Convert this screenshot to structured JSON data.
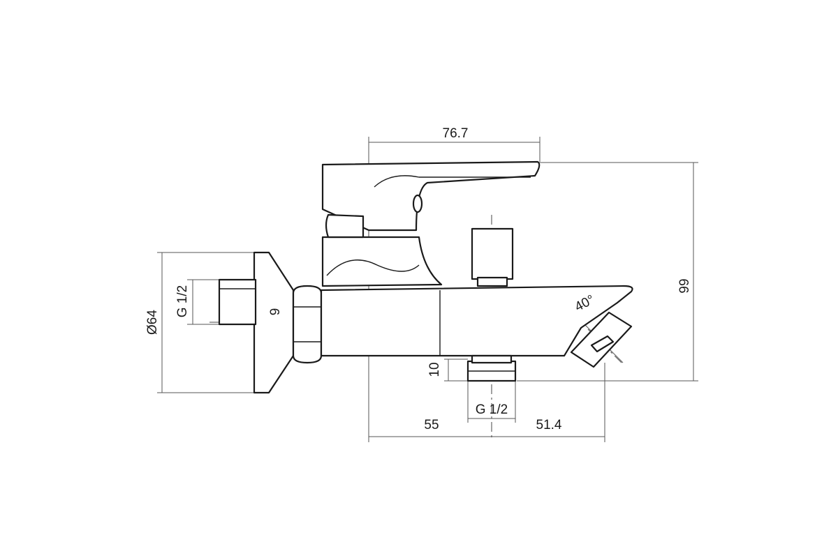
{
  "dimensions": {
    "handle_width": "76.7",
    "total_height": "99",
    "escutcheon_diameter": "Ø64",
    "inlet_thread": "G 1/2",
    "inlet_offset": "9",
    "outlet_height": "10",
    "outlet_thread": "G 1/2",
    "spout_offset": "55",
    "spout_reach": "51.4",
    "spout_angle": "40°"
  },
  "colors": {
    "line": "#1a1a1a",
    "dimension_line": "#555555",
    "background": "#ffffff"
  }
}
